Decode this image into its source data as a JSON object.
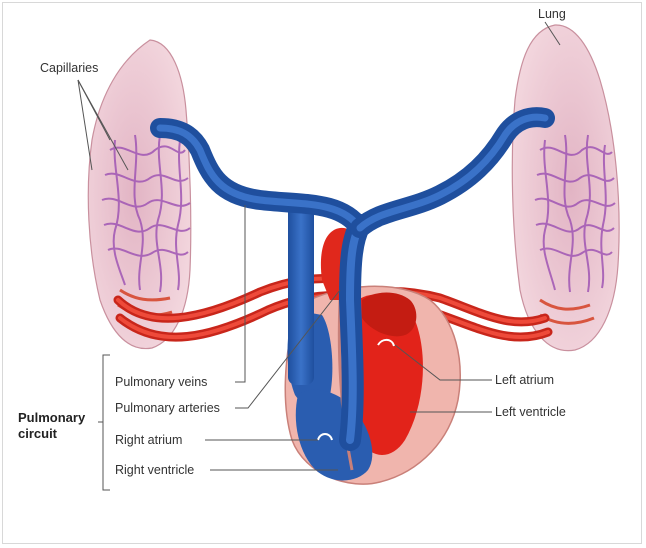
{
  "diagram": {
    "group_label_line1": "Pulmonary",
    "group_label_line2": "circuit",
    "labels": {
      "lung": "Lung",
      "capillaries": "Capillaries",
      "pulmonary_veins": "Pulmonary veins",
      "pulmonary_arteries": "Pulmonary arteries",
      "right_atrium": "Right atrium",
      "right_ventricle": "Right ventricle",
      "left_atrium": "Left atrium",
      "left_ventricle": "Left ventricle"
    }
  },
  "colors": {
    "deoxygenated": "#2a5db0",
    "oxygenated": "#d92b1e",
    "lung_tissue": "#eac3cd",
    "capillary_net": "#a056b4",
    "heart_wall": "#f0b5ad"
  }
}
